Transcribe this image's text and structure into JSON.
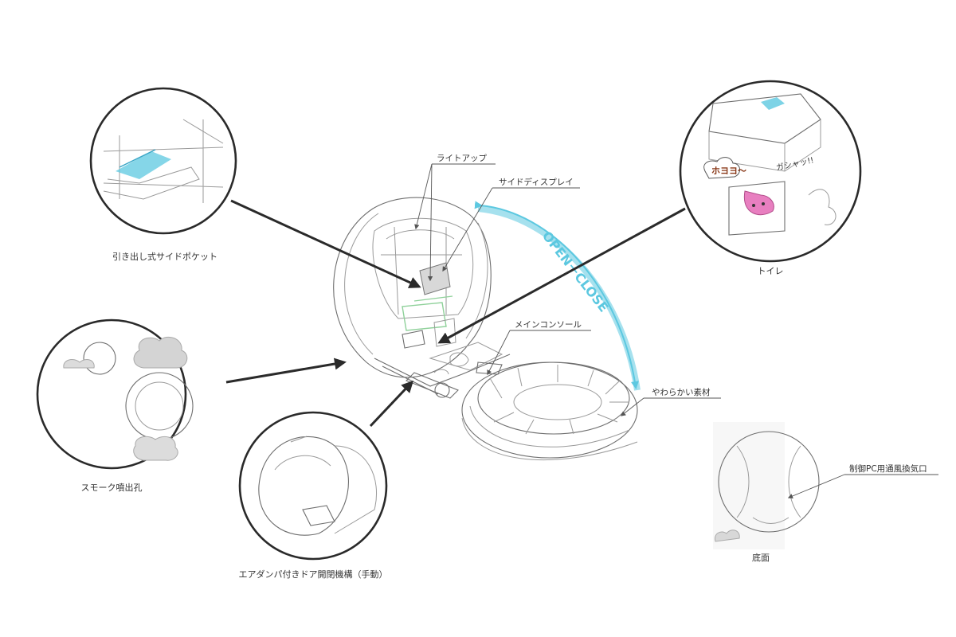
{
  "labels": {
    "pocket": "引き出し式サイドポケット",
    "smoke": "スモーク噴出孔",
    "door": "エアダンパ付きドア開閉機構（手動）",
    "toilet": "トイレ",
    "bottom": "底面",
    "light_up": "ライトアップ",
    "side_display": "サイドディスプレイ",
    "main_console": "メインコンソール",
    "soft_material": "やわらかい素材",
    "vent": "制御PC用通風換気口"
  },
  "annotations": {
    "open_close": "OPEN－CLOSE",
    "toilet_sound": "ホヨヨ～",
    "toilet_flush": "ガシャッ!!"
  },
  "colors": {
    "accent_blue": "#5cc8e0",
    "line": "#2a2a2a",
    "sketch": "#9a9a9a",
    "poop_pink": "#e87fc0",
    "console_green": "#8fd19a"
  }
}
